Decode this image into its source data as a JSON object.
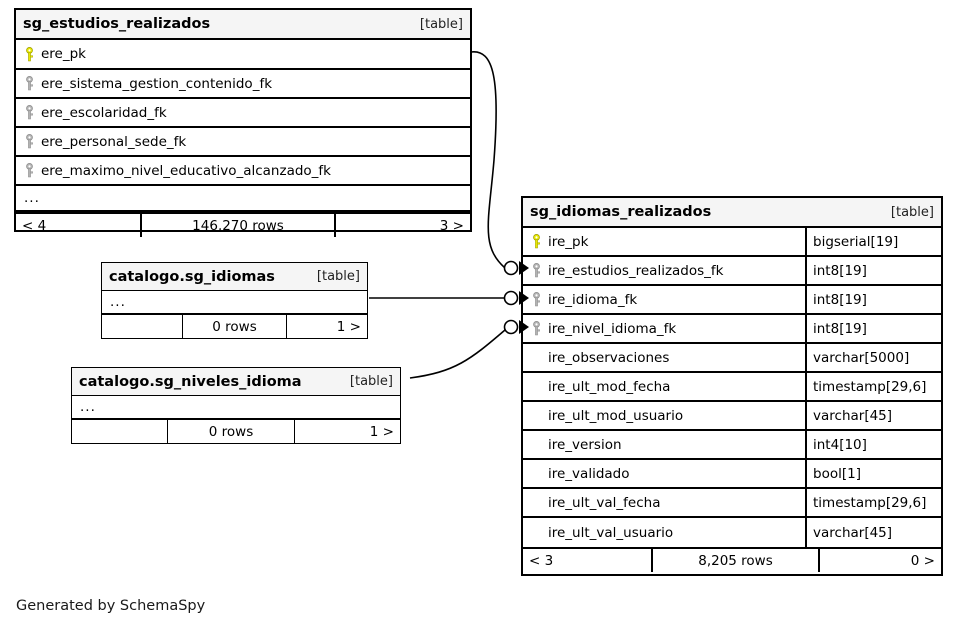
{
  "diagram": {
    "credit": "Generated by SchemaSpy",
    "table_tag": "[table]",
    "ellipsis": "...",
    "key_colors": {
      "primary": "#e8e800",
      "foreign": "#b3b3b3"
    }
  },
  "tables": {
    "estudios": {
      "name": "sg_estudios_realizados",
      "tag": "[table]",
      "columns": [
        {
          "name": "ere_pk",
          "key": "primary"
        },
        {
          "name": "ere_sistema_gestion_contenido_fk",
          "key": "foreign"
        },
        {
          "name": "ere_escolaridad_fk",
          "key": "foreign"
        },
        {
          "name": "ere_personal_sede_fk",
          "key": "foreign"
        },
        {
          "name": "ere_maximo_nivel_educativo_alcanzado_fk",
          "key": "foreign"
        }
      ],
      "more_indicator": "...",
      "footer": {
        "left": "< 4",
        "middle": "146,270 rows",
        "right": "3 >"
      }
    },
    "idiomas_catalog": {
      "name": "catalogo.sg_idiomas",
      "tag": "[table]",
      "more_indicator": "...",
      "footer": {
        "left": "",
        "middle": "0 rows",
        "right": "1 >"
      }
    },
    "niveles_idioma_catalog": {
      "name": "catalogo.sg_niveles_idioma",
      "tag": "[table]",
      "more_indicator": "...",
      "footer": {
        "left": "",
        "middle": "0 rows",
        "right": "1 >"
      }
    },
    "idiomas_realizados": {
      "name": "sg_idiomas_realizados",
      "tag": "[table]",
      "columns": [
        {
          "name": "ire_pk",
          "type": "bigserial[19]",
          "key": "primary"
        },
        {
          "name": "ire_estudios_realizados_fk",
          "type": "int8[19]",
          "key": "foreign"
        },
        {
          "name": "ire_idioma_fk",
          "type": "int8[19]",
          "key": "foreign"
        },
        {
          "name": "ire_nivel_idioma_fk",
          "type": "int8[19]",
          "key": "foreign"
        },
        {
          "name": "ire_observaciones",
          "type": "varchar[5000]",
          "key": "none"
        },
        {
          "name": "ire_ult_mod_fecha",
          "type": "timestamp[29,6]",
          "key": "none"
        },
        {
          "name": "ire_ult_mod_usuario",
          "type": "varchar[45]",
          "key": "none"
        },
        {
          "name": "ire_version",
          "type": "int4[10]",
          "key": "none"
        },
        {
          "name": "ire_validado",
          "type": "bool[1]",
          "key": "none"
        },
        {
          "name": "ire_ult_val_fecha",
          "type": "timestamp[29,6]",
          "key": "none"
        },
        {
          "name": "ire_ult_val_usuario",
          "type": "varchar[45]",
          "key": "none"
        }
      ],
      "footer": {
        "left": "< 3",
        "middle": "8,205 rows",
        "right": "0 >"
      }
    }
  },
  "relationships": [
    {
      "from": "sg_estudios_realizados.ere_pk",
      "to": "sg_idiomas_realizados.ire_estudios_realizados_fk"
    },
    {
      "from": "catalogo.sg_idiomas",
      "to": "sg_idiomas_realizados.ire_idioma_fk"
    },
    {
      "from": "catalogo.sg_niveles_idioma",
      "to": "sg_idiomas_realizados.ire_nivel_idioma_fk"
    }
  ]
}
